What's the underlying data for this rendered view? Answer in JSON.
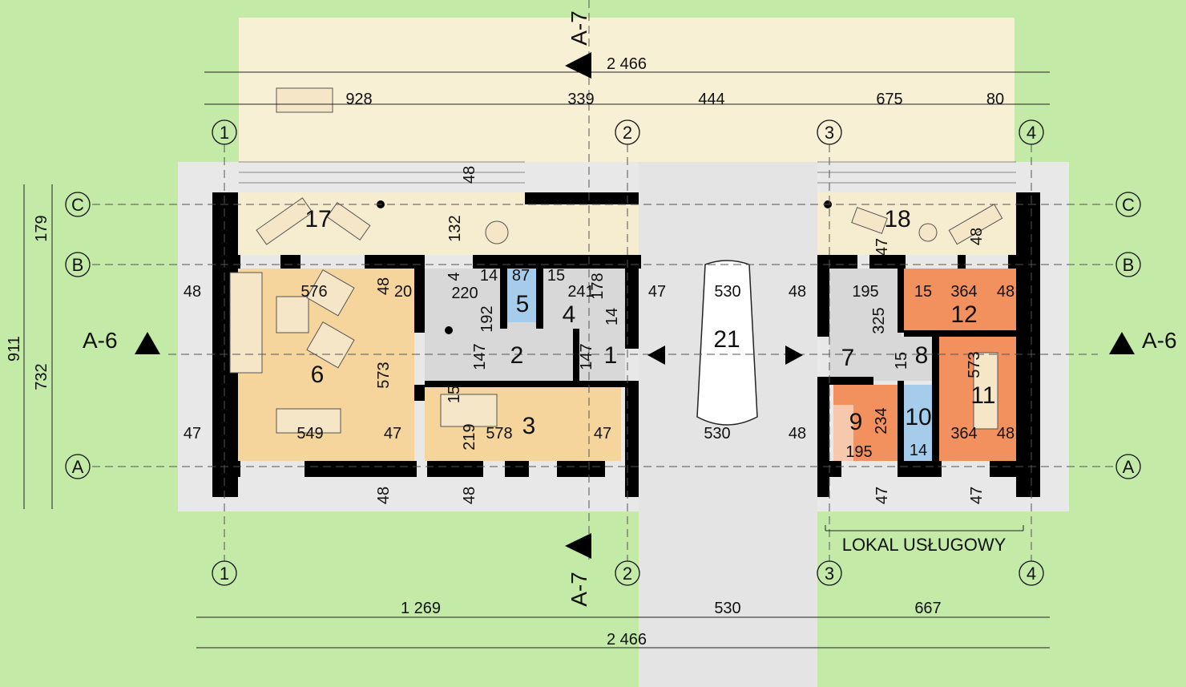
{
  "sections": {
    "a7_top": "A-7",
    "a7_bottom": "A-7",
    "a6_left": "A-6",
    "a6_right": "A-6"
  },
  "axes": {
    "top": [
      "1",
      "2",
      "3",
      "4"
    ],
    "bottom": [
      "1",
      "2",
      "3",
      "4"
    ],
    "left": [
      "C",
      "B",
      "A"
    ],
    "right": [
      "C",
      "B",
      "A"
    ]
  },
  "dims_top": {
    "total": "2 466",
    "segments": [
      "928",
      "339",
      "444",
      "675",
      "80"
    ]
  },
  "dims_bottom": {
    "segments": [
      "1 269",
      "530",
      "667"
    ],
    "total": "2 466"
  },
  "dims_left": {
    "total": "911",
    "segments": [
      "179",
      "732"
    ]
  },
  "rooms": [
    "17",
    "18",
    "6",
    "2",
    "3",
    "4",
    "5",
    "1",
    "21",
    "7",
    "8",
    "9",
    "10",
    "11",
    "12"
  ],
  "interior_dims": [
    "48",
    "576",
    "48",
    "20",
    "4",
    "14",
    "220",
    "87",
    "15",
    "241",
    "178",
    "192",
    "14",
    "147",
    "147",
    "47",
    "530",
    "48",
    "573",
    "15",
    "47",
    "549",
    "47",
    "219",
    "578",
    "47",
    "530",
    "48",
    "48",
    "132",
    "48",
    "48",
    "195",
    "15",
    "364",
    "48",
    "325",
    "15",
    "573",
    "234",
    "195",
    "14",
    "364",
    "48",
    "47",
    "48",
    "47",
    "47"
  ],
  "zone_label": "LOKAL USŁUGOWY",
  "colors": {
    "background": "#c3eaa6",
    "terrace": "#f8f0d5",
    "living": "#f5d59c",
    "service": "#f2905e",
    "bathroom": "#a6ccec",
    "utility": "#d8d8d8"
  }
}
